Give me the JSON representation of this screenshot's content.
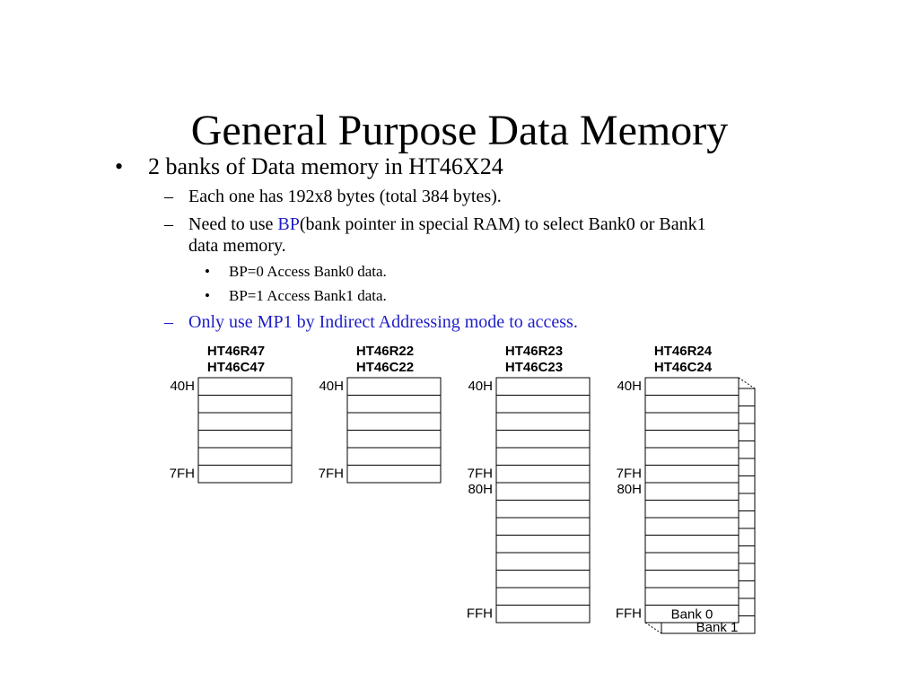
{
  "slide": {
    "title": "General Purpose Data Memory",
    "bullets": {
      "l1": {
        "symbol": "•",
        "text": "2 banks of Data memory in HT46X24"
      },
      "l2a": {
        "symbol": "–",
        "text": "Each one has 192x8 bytes (total 384 bytes)."
      },
      "l2b": {
        "symbol": "–",
        "prefix": "Need to use ",
        "highlight": "BP",
        "suffix": "(bank pointer in special RAM) to select Bank0 or Bank1",
        "continuation": "data memory."
      },
      "l3a": {
        "symbol": "•",
        "text": "BP=0 Access Bank0 data."
      },
      "l3b": {
        "symbol": "•",
        "text": "BP=1 Access Bank1 data."
      },
      "l2c": {
        "symbol": "–",
        "text": "Only use MP1 by Indirect Addressing mode to access."
      }
    },
    "colors": {
      "highlight": "#1e1ec8",
      "text": "#000000"
    }
  },
  "diagram": {
    "columns": [
      {
        "model1": "HT46R47",
        "model2": "HT46C47",
        "rows": 6,
        "labels": [
          "40H",
          "7FH"
        ]
      },
      {
        "model1": "HT46R22",
        "model2": "HT46C22",
        "rows": 6,
        "labels": [
          "40H",
          "7FH"
        ]
      },
      {
        "model1": "HT46R23",
        "model2": "HT46C23",
        "rows": 14,
        "labels": [
          "40H",
          "7FH",
          "80H",
          "FFH"
        ]
      },
      {
        "model1": "HT46R24",
        "model2": "HT46C24",
        "rows": 14,
        "labels": [
          "40H",
          "7FH",
          "80H",
          "FFH"
        ],
        "bank0": "Bank 0",
        "bank1": "Bank 1"
      }
    ]
  }
}
